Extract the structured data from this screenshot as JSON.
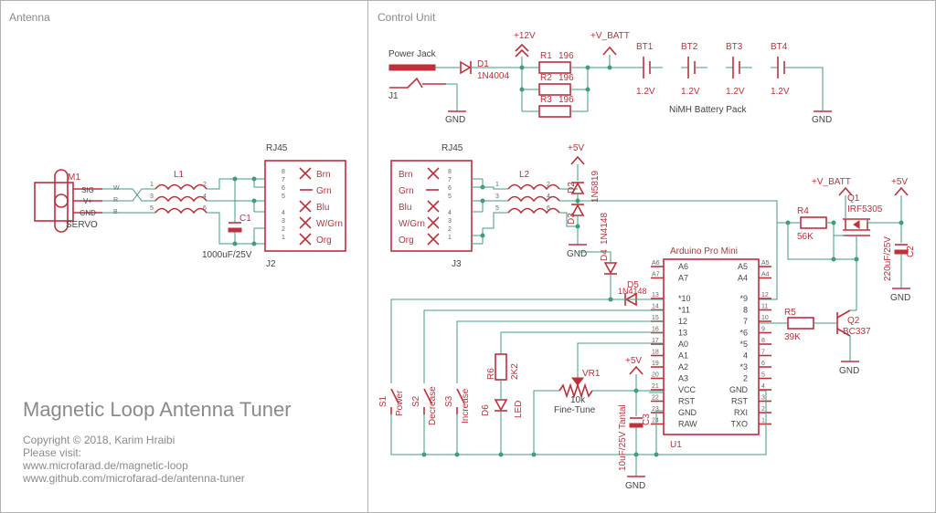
{
  "sections": {
    "left": "Antenna",
    "right": "Control Unit"
  },
  "title": "Magnetic Loop Antenna Tuner",
  "credits": {
    "copyright": "Copyright © 2018, Karim Hraibi",
    "visit": "Please visit:",
    "url1": "www.microfarad.de/magnetic-loop",
    "url2": "www.github.com/microfarad-de/antenna-tuner"
  },
  "servo": {
    "ref": "M1",
    "name": "SERVO",
    "pins": [
      "SIG",
      "V+",
      "GND"
    ],
    "wire_colors": [
      "W",
      "R",
      "B"
    ]
  },
  "l1": {
    "ref": "L1",
    "pins": [
      "1",
      "2",
      "3",
      "4",
      "5",
      "6"
    ]
  },
  "c1": {
    "ref": "C1",
    "value": "1000uF/25V"
  },
  "j2": {
    "ref": "J2",
    "type": "RJ45",
    "pins": [
      "8",
      "7",
      "6",
      "5",
      "4",
      "3",
      "2",
      "1"
    ],
    "pair_labels": [
      "Brn",
      "Grn",
      "Blu",
      "W/Grn",
      "Org"
    ]
  },
  "j3": {
    "ref": "J3",
    "type": "RJ45",
    "pins": [
      "8",
      "7",
      "6",
      "5",
      "4",
      "3",
      "2",
      "1"
    ],
    "pair_labels": [
      "Brn",
      "Grn",
      "Blu",
      "W/Grn",
      "Org"
    ]
  },
  "power_jack": {
    "label": "Power Jack",
    "ref": "J1"
  },
  "d1": {
    "ref": "D1",
    "value": "1N4004"
  },
  "rails": {
    "p12": "+12V",
    "vbatt": "+V_BATT",
    "p5": "+5V",
    "gnd": "GND"
  },
  "resistors": {
    "r1": {
      "ref": "R1",
      "value": "196"
    },
    "r2": {
      "ref": "R2",
      "value": "196"
    },
    "r3": {
      "ref": "R3",
      "value": "196"
    },
    "r4": {
      "ref": "R4",
      "value": "56K"
    },
    "r5": {
      "ref": "R5",
      "value": "39K"
    },
    "r6": {
      "ref": "R6",
      "value": "2K2"
    }
  },
  "battery": {
    "cells": [
      {
        "ref": "BT1",
        "v": "1.2V"
      },
      {
        "ref": "BT2",
        "v": "1.2V"
      },
      {
        "ref": "BT3",
        "v": "1.2V"
      },
      {
        "ref": "BT4",
        "v": "1.2V"
      }
    ],
    "label": "NiMH Battery Pack"
  },
  "l2": {
    "ref": "L2",
    "pins": [
      "1",
      "2",
      "3",
      "4",
      "5",
      "6"
    ]
  },
  "d2": {
    "ref": "D2",
    "value": "1N5819"
  },
  "d3": {
    "ref": "D3"
  },
  "d4": {
    "ref": "D4",
    "value": "1N4148"
  },
  "d5": {
    "ref": "D5",
    "value": "1N4148"
  },
  "q1": {
    "ref": "Q1",
    "value": "IRF5305"
  },
  "q2": {
    "ref": "Q2",
    "value": "BC337"
  },
  "c2": {
    "ref": "C2",
    "value": "220uF/25V"
  },
  "c3": {
    "ref": "C3",
    "value": "10uF/25V Tantal"
  },
  "vr1": {
    "ref": "VR1",
    "value": "10k",
    "label": "Fine-Tune"
  },
  "d6": {
    "ref": "D6",
    "label": "LED"
  },
  "switches": [
    {
      "ref": "S1",
      "label": "Power"
    },
    {
      "ref": "S2",
      "label": "Decrease"
    },
    {
      "ref": "S3",
      "label": "Increase"
    }
  ],
  "u1": {
    "name": "Arduino Pro Mini",
    "ref": "U1",
    "left_pins": [
      {
        "pin": "A6",
        "name": "A6"
      },
      {
        "pin": "A7",
        "name": "A7"
      },
      {
        "pin": "13",
        "name": "*10"
      },
      {
        "pin": "14",
        "name": "*11"
      },
      {
        "pin": "15",
        "name": "12"
      },
      {
        "pin": "16",
        "name": "13"
      },
      {
        "pin": "17",
        "name": "A0"
      },
      {
        "pin": "18",
        "name": "A1"
      },
      {
        "pin": "19",
        "name": "A2"
      },
      {
        "pin": "20",
        "name": "A3"
      },
      {
        "pin": "21",
        "name": "VCC"
      },
      {
        "pin": "22",
        "name": "RST"
      },
      {
        "pin": "23",
        "name": "GND"
      },
      {
        "pin": "24",
        "name": "RAW"
      }
    ],
    "right_pins": [
      {
        "pin": "A5",
        "name": "A5"
      },
      {
        "pin": "A4",
        "name": "A4"
      },
      {
        "pin": "12",
        "name": "*9"
      },
      {
        "pin": "11",
        "name": "8"
      },
      {
        "pin": "10",
        "name": "7"
      },
      {
        "pin": "9",
        "name": "*6"
      },
      {
        "pin": "8",
        "name": "*5"
      },
      {
        "pin": "7",
        "name": "4"
      },
      {
        "pin": "6",
        "name": "*3"
      },
      {
        "pin": "5",
        "name": "2"
      },
      {
        "pin": "4",
        "name": "GND"
      },
      {
        "pin": "3",
        "name": "RST"
      },
      {
        "pin": "2",
        "name": "RXI"
      },
      {
        "pin": "1",
        "name": "TXO"
      }
    ]
  }
}
